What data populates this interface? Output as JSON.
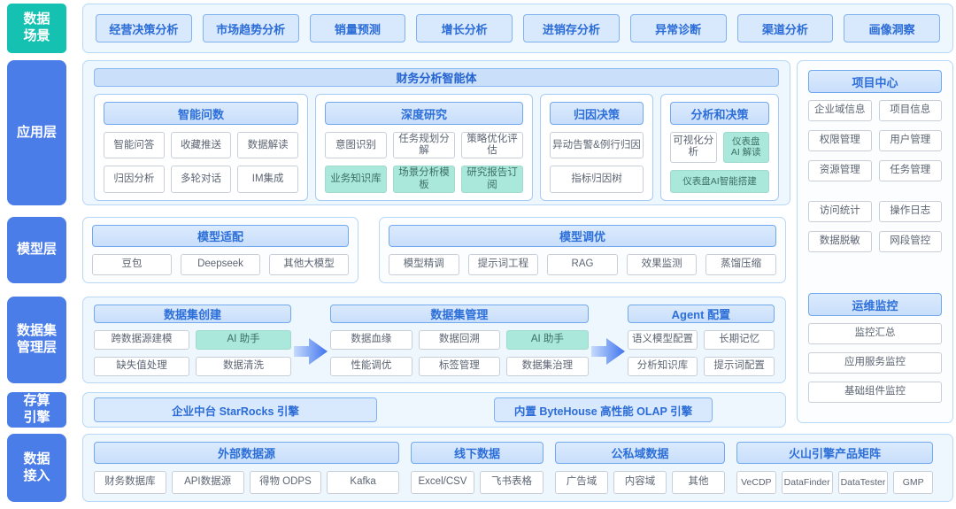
{
  "colors": {
    "accent_teal": "#15c2b2",
    "accent_blue": "#4b7de9",
    "title_blue": "#2d6fd8",
    "chip_teal_bg": "#a9e8db",
    "panel_bg": "#eef6fe"
  },
  "sidebar": {
    "layers": [
      {
        "label": "数据\n场景"
      },
      {
        "label": "应用层"
      },
      {
        "label": "模型层"
      },
      {
        "label": "数据集\n管理层"
      },
      {
        "label": "存算\n引擎"
      },
      {
        "label": "数据\n接入"
      }
    ]
  },
  "scenarios": {
    "items": [
      "经营决策分析",
      "市场趋势分析",
      "销量预测",
      "增长分析",
      "进销存分析",
      "异常诊断",
      "渠道分析",
      "画像洞察"
    ]
  },
  "app_layer": {
    "banner": "财务分析智能体",
    "groups": [
      {
        "title": "智能问数",
        "items": [
          {
            "label": "智能问答"
          },
          {
            "label": "收藏推送"
          },
          {
            "label": "数据解读"
          },
          {
            "label": "归因分析"
          },
          {
            "label": "多轮对话"
          },
          {
            "label": "IM集成"
          }
        ]
      },
      {
        "title": "深度研究",
        "items": [
          {
            "label": "意图识别"
          },
          {
            "label": "任务规划分解"
          },
          {
            "label": "策略优化评估"
          },
          {
            "label": "业务知识库",
            "style": "teal"
          },
          {
            "label": "场景分析模板",
            "style": "teal"
          },
          {
            "label": "研究报告订阅",
            "style": "teal"
          }
        ]
      },
      {
        "title": "归因决策",
        "items": [
          {
            "label": "异动告警&例行归因"
          },
          {
            "label": "指标归因树"
          }
        ]
      },
      {
        "title": "分析和决策",
        "items": [
          {
            "label": "可视化分析"
          },
          {
            "label": "仪表盘\nAI 解读",
            "style": "teal tiny"
          },
          {
            "label": "仪表盘AI智能搭建",
            "style": "teal span2 tiny"
          }
        ]
      }
    ]
  },
  "right_panel": {
    "project_center": {
      "title": "项目中心",
      "items": [
        {
          "label": "企业域信息"
        },
        {
          "label": "项目信息"
        },
        {
          "label": "权限管理"
        },
        {
          "label": "用户管理"
        },
        {
          "label": "资源管理"
        },
        {
          "label": "任务管理"
        },
        {
          "label": "访问统计"
        },
        {
          "label": "操作日志"
        },
        {
          "label": "数据脱敏"
        },
        {
          "label": "网段管控"
        }
      ]
    },
    "ops_monitor": {
      "title": "运维监控",
      "items": [
        {
          "label": "监控汇总"
        },
        {
          "label": "应用服务监控"
        },
        {
          "label": "基础组件监控"
        }
      ]
    }
  },
  "model_layer": {
    "adaptation": {
      "title": "模型适配",
      "items": [
        {
          "label": "豆包"
        },
        {
          "label": "Deepseek"
        },
        {
          "label": "其他大模型"
        }
      ]
    },
    "tuning": {
      "title": "模型调优",
      "items": [
        {
          "label": "模型精调"
        },
        {
          "label": "提示词工程"
        },
        {
          "label": "RAG"
        },
        {
          "label": "效果监测"
        },
        {
          "label": "蒸馏压缩"
        }
      ]
    }
  },
  "dataset_layer": {
    "creation": {
      "title": "数据集创建",
      "items": [
        {
          "label": "跨数据源建模"
        },
        {
          "label": "AI 助手",
          "style": "teal"
        },
        {
          "label": "缺失值处理"
        },
        {
          "label": "数据清洗"
        }
      ]
    },
    "management": {
      "title": "数据集管理",
      "items": [
        {
          "label": "数据血缘"
        },
        {
          "label": "数据回溯"
        },
        {
          "label": "AI 助手",
          "style": "teal"
        },
        {
          "label": "性能调优"
        },
        {
          "label": "标签管理"
        },
        {
          "label": "数据集治理"
        }
      ]
    },
    "agent_config": {
      "title": "Agent 配置",
      "items": [
        {
          "label": "语义模型配置"
        },
        {
          "label": "长期记忆"
        },
        {
          "label": "分析知识库"
        },
        {
          "label": "提示词配置"
        }
      ]
    }
  },
  "engine_layer": {
    "items": [
      "企业中台 StarRocks 引擎",
      "内置 ByteHouse 高性能 OLAP 引擎"
    ]
  },
  "data_access": {
    "groups": [
      {
        "title": "外部数据源",
        "items": [
          {
            "label": "财务数据库"
          },
          {
            "label": "API数据源"
          },
          {
            "label": "得物 ODPS"
          },
          {
            "label": "Kafka"
          }
        ]
      },
      {
        "title": "线下数据",
        "items": [
          {
            "label": "Excel/CSV"
          },
          {
            "label": "飞书表格"
          }
        ]
      },
      {
        "title": "公私域数据",
        "items": [
          {
            "label": "广告域"
          },
          {
            "label": "内容域"
          },
          {
            "label": "其他"
          }
        ]
      },
      {
        "title": "火山引擎产品矩阵",
        "items": [
          {
            "label": "VeCDP",
            "style": "tiny"
          },
          {
            "label": "DataFinder",
            "style": "tiny"
          },
          {
            "label": "DataTester",
            "style": "tiny"
          },
          {
            "label": "GMP",
            "style": "tiny"
          }
        ]
      }
    ]
  }
}
